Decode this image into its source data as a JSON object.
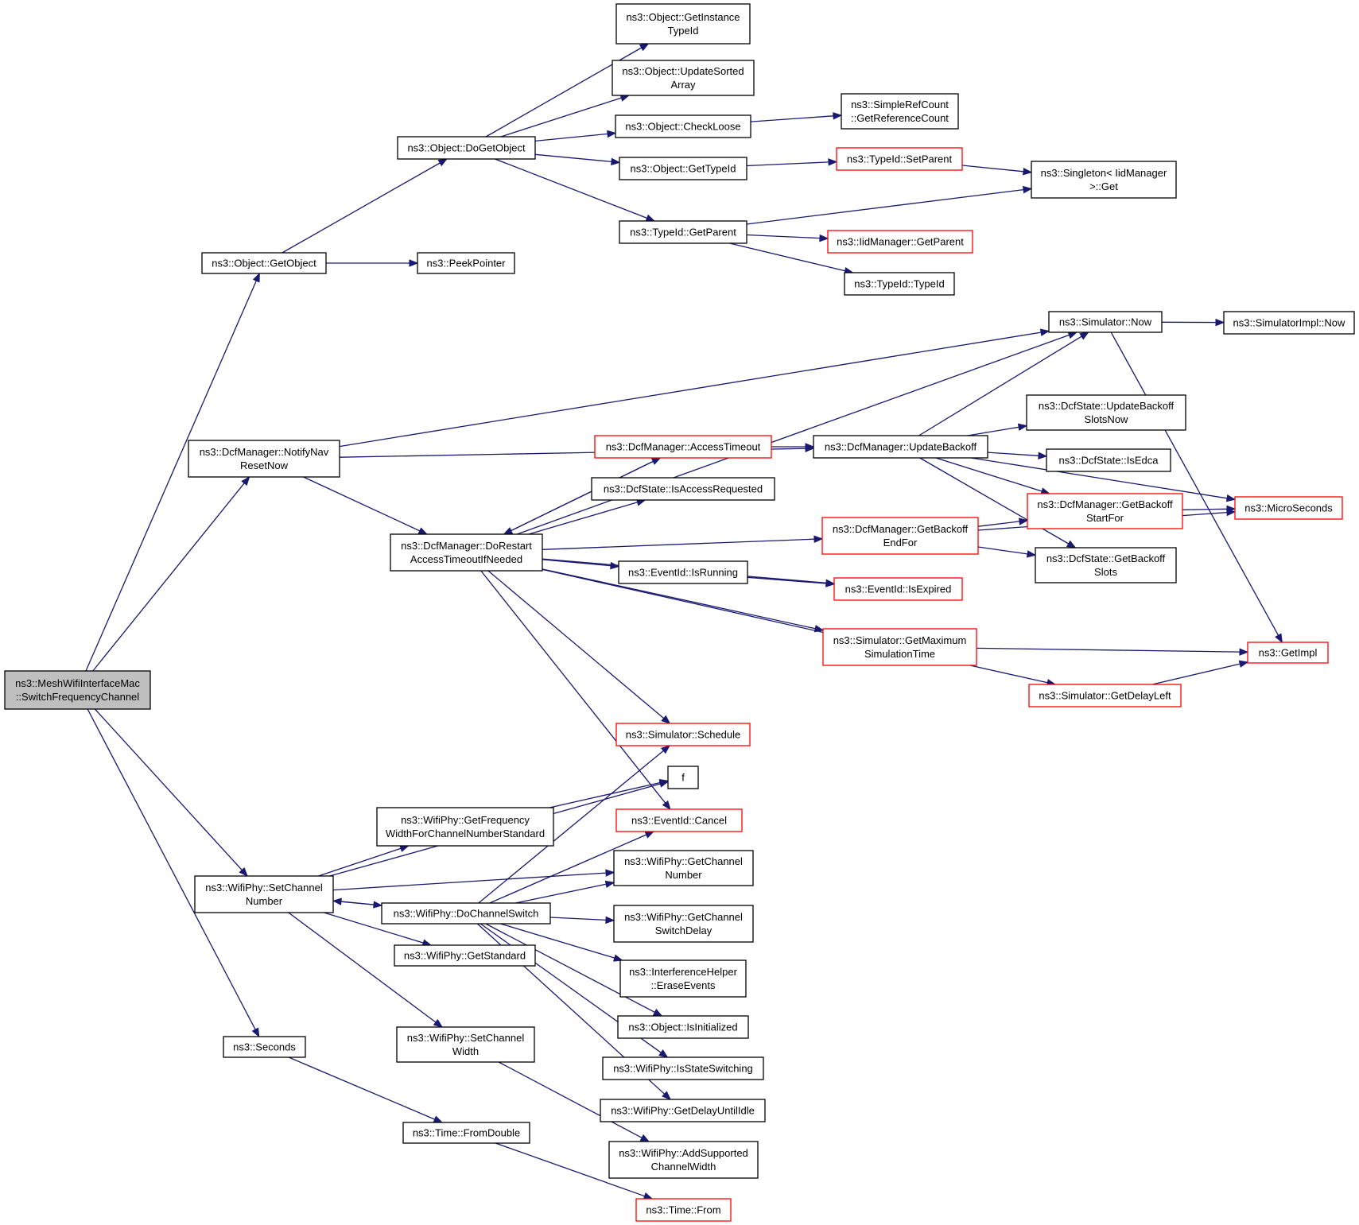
{
  "colors": {
    "edge": "#191970",
    "node_border": "#000000",
    "node_border_red": "#ff0000",
    "root_fill": "#bfbfbf",
    "node_fill": "#ffffff"
  },
  "nodes": {
    "root": {
      "lines": [
        "ns3::MeshWifiInterfaceMac",
        "::SwitchFrequencyChannel"
      ],
      "style": "root"
    },
    "getobject": {
      "lines": [
        "ns3::Object::GetObject"
      ],
      "style": "normal"
    },
    "dogetobject": {
      "lines": [
        "ns3::Object::DoGetObject"
      ],
      "style": "normal"
    },
    "getinstancetypeid": {
      "lines": [
        "ns3::Object::GetInstance",
        "TypeId"
      ],
      "style": "normal"
    },
    "updatesortedarray": {
      "lines": [
        "ns3::Object::UpdateSorted",
        "Array"
      ],
      "style": "normal"
    },
    "checkloose": {
      "lines": [
        "ns3::Object::CheckLoose"
      ],
      "style": "normal"
    },
    "obj_gettypeid": {
      "lines": [
        "ns3::Object::GetTypeId"
      ],
      "style": "normal"
    },
    "typeid_getparent": {
      "lines": [
        "ns3::TypeId::GetParent"
      ],
      "style": "normal"
    },
    "getreferencecount": {
      "lines": [
        "ns3::SimpleRefCount",
        "::GetReferenceCount"
      ],
      "style": "normal"
    },
    "typeid_setparent": {
      "lines": [
        "ns3::TypeId::SetParent"
      ],
      "style": "red"
    },
    "singleton_get": {
      "lines": [
        "ns3::Singleton< IidManager",
        ">::Get"
      ],
      "style": "normal"
    },
    "iidmanager_getparent": {
      "lines": [
        "ns3::IidManager::GetParent"
      ],
      "style": "red"
    },
    "typeid_typeid": {
      "lines": [
        "ns3::TypeId::TypeId"
      ],
      "style": "normal"
    },
    "peekpointer": {
      "lines": [
        "ns3::PeekPointer"
      ],
      "style": "normal"
    },
    "notifynav": {
      "lines": [
        "ns3::DcfManager::NotifyNav",
        "ResetNow"
      ],
      "style": "normal"
    },
    "simulator_now": {
      "lines": [
        "ns3::Simulator::Now"
      ],
      "style": "normal"
    },
    "simimpl_now": {
      "lines": [
        "ns3::SimulatorImpl::Now"
      ],
      "style": "normal"
    },
    "updatebackoffslotsnow": {
      "lines": [
        "ns3::DcfState::UpdateBackoff",
        "SlotsNow"
      ],
      "style": "normal"
    },
    "accesstimeout": {
      "lines": [
        "ns3::DcfManager::AccessTimeout"
      ],
      "style": "red"
    },
    "updatebackoff": {
      "lines": [
        "ns3::DcfManager::UpdateBackoff"
      ],
      "style": "normal"
    },
    "isedca": {
      "lines": [
        "ns3::DcfState::IsEdca"
      ],
      "style": "normal"
    },
    "isaccessrequested": {
      "lines": [
        "ns3::DcfState::IsAccessRequested"
      ],
      "style": "normal"
    },
    "getbackoffstartfor": {
      "lines": [
        "ns3::DcfManager::GetBackoff",
        "StartFor"
      ],
      "style": "red"
    },
    "microseconds": {
      "lines": [
        "ns3::MicroSeconds"
      ],
      "style": "red"
    },
    "dorestart": {
      "lines": [
        "ns3::DcfManager::DoRestart",
        "AccessTimeoutIfNeeded"
      ],
      "style": "normal"
    },
    "getbackoffendfor": {
      "lines": [
        "ns3::DcfManager::GetBackoff",
        "EndFor"
      ],
      "style": "red"
    },
    "getbackoffslots": {
      "lines": [
        "ns3::DcfState::GetBackoff",
        "Slots"
      ],
      "style": "normal"
    },
    "isrunning": {
      "lines": [
        "ns3::EventId::IsRunning"
      ],
      "style": "normal"
    },
    "isexpired": {
      "lines": [
        "ns3::EventId::IsExpired"
      ],
      "style": "red"
    },
    "getmaxsimtime": {
      "lines": [
        "ns3::Simulator::GetMaximum",
        "SimulationTime"
      ],
      "style": "red"
    },
    "getimpl": {
      "lines": [
        "ns3::GetImpl"
      ],
      "style": "red"
    },
    "getdelayleft": {
      "lines": [
        "ns3::Simulator::GetDelayLeft"
      ],
      "style": "red"
    },
    "schedule": {
      "lines": [
        "ns3::Simulator::Schedule"
      ],
      "style": "red"
    },
    "f": {
      "lines": [
        "f"
      ],
      "style": "normal"
    },
    "getfreqwidth": {
      "lines": [
        "ns3::WifiPhy::GetFrequency",
        "WidthForChannelNumberStandard"
      ],
      "style": "normal"
    },
    "cancel": {
      "lines": [
        "ns3::EventId::Cancel"
      ],
      "style": "red"
    },
    "setchannelnumber": {
      "lines": [
        "ns3::WifiPhy::SetChannel",
        "Number"
      ],
      "style": "normal"
    },
    "getchannelnumber": {
      "lines": [
        "ns3::WifiPhy::GetChannel",
        "Number"
      ],
      "style": "normal"
    },
    "dochannelswitch": {
      "lines": [
        "ns3::WifiPhy::DoChannelSwitch"
      ],
      "style": "normal"
    },
    "getchannelswitchdelay": {
      "lines": [
        "ns3::WifiPhy::GetChannel",
        "SwitchDelay"
      ],
      "style": "normal"
    },
    "getstandard": {
      "lines": [
        "ns3::WifiPhy::GetStandard"
      ],
      "style": "normal"
    },
    "eraseevents": {
      "lines": [
        "ns3::InterferenceHelper",
        "::EraseEvents"
      ],
      "style": "normal"
    },
    "isinitialized": {
      "lines": [
        "ns3::Object::IsInitialized"
      ],
      "style": "normal"
    },
    "seconds": {
      "lines": [
        "ns3::Seconds"
      ],
      "style": "normal"
    },
    "setchannelwidth": {
      "lines": [
        "ns3::WifiPhy::SetChannel",
        "Width"
      ],
      "style": "normal"
    },
    "isstateswitching": {
      "lines": [
        "ns3::WifiPhy::IsStateSwitching"
      ],
      "style": "normal"
    },
    "getdelayuntilidle": {
      "lines": [
        "ns3::WifiPhy::GetDelayUntilIdle"
      ],
      "style": "normal"
    },
    "fromdouble": {
      "lines": [
        "ns3::Time::FromDouble"
      ],
      "style": "normal"
    },
    "addsupportedchannelwidth": {
      "lines": [
        "ns3::WifiPhy::AddSupported",
        "ChannelWidth"
      ],
      "style": "normal"
    },
    "time_from": {
      "lines": [
        "ns3::Time::From"
      ],
      "style": "red"
    }
  },
  "edges": [
    [
      "root",
      "getobject"
    ],
    [
      "root",
      "notifynav"
    ],
    [
      "root",
      "setchannelnumber"
    ],
    [
      "root",
      "seconds"
    ],
    [
      "getobject",
      "dogetobject"
    ],
    [
      "getobject",
      "peekpointer"
    ],
    [
      "dogetobject",
      "getinstancetypeid"
    ],
    [
      "dogetobject",
      "updatesortedarray"
    ],
    [
      "dogetobject",
      "checkloose"
    ],
    [
      "dogetobject",
      "obj_gettypeid"
    ],
    [
      "dogetobject",
      "typeid_getparent"
    ],
    [
      "checkloose",
      "getreferencecount"
    ],
    [
      "obj_gettypeid",
      "typeid_setparent"
    ],
    [
      "typeid_setparent",
      "singleton_get"
    ],
    [
      "typeid_getparent",
      "singleton_get"
    ],
    [
      "typeid_getparent",
      "iidmanager_getparent"
    ],
    [
      "typeid_getparent",
      "typeid_typeid"
    ],
    [
      "notifynav",
      "simulator_now"
    ],
    [
      "notifynav",
      "updatebackoff"
    ],
    [
      "notifynav",
      "dorestart"
    ],
    [
      "simulator_now",
      "simimpl_now"
    ],
    [
      "simulator_now",
      "getimpl"
    ],
    [
      "accesstimeout",
      "updatebackoff"
    ],
    [
      "accesstimeout",
      "dorestart"
    ],
    [
      "updatebackoff",
      "simulator_now"
    ],
    [
      "updatebackoff",
      "updatebackoffslotsnow"
    ],
    [
      "updatebackoff",
      "isedca"
    ],
    [
      "updatebackoff",
      "getbackoffstartfor"
    ],
    [
      "updatebackoff",
      "getbackoffslots"
    ],
    [
      "updatebackoff",
      "microseconds"
    ],
    [
      "getbackoffstartfor",
      "microseconds"
    ],
    [
      "dorestart",
      "simulator_now"
    ],
    [
      "dorestart",
      "accesstimeout"
    ],
    [
      "dorestart",
      "isaccessrequested"
    ],
    [
      "dorestart",
      "getbackoffendfor"
    ],
    [
      "dorestart",
      "isrunning"
    ],
    [
      "dorestart",
      "isexpired"
    ],
    [
      "dorestart",
      "getmaxsimtime"
    ],
    [
      "dorestart",
      "getdelayleft"
    ],
    [
      "dorestart",
      "schedule"
    ],
    [
      "dorestart",
      "cancel"
    ],
    [
      "getbackoffendfor",
      "getbackoffstartfor"
    ],
    [
      "getbackoffendfor",
      "getbackoffslots"
    ],
    [
      "getbackoffendfor",
      "microseconds"
    ],
    [
      "isrunning",
      "isexpired"
    ],
    [
      "getmaxsimtime",
      "getimpl"
    ],
    [
      "getdelayleft",
      "getimpl"
    ],
    [
      "setchannelnumber",
      "f"
    ],
    [
      "setchannelnumber",
      "getfreqwidth"
    ],
    [
      "setchannelnumber",
      "getchannelnumber"
    ],
    [
      "setchannelnumber",
      "dochannelswitch"
    ],
    [
      "setchannelnumber",
      "getstandard"
    ],
    [
      "setchannelnumber",
      "setchannelwidth"
    ],
    [
      "getfreqwidth",
      "f"
    ],
    [
      "dochannelswitch",
      "setchannelnumber"
    ],
    [
      "dochannelswitch",
      "schedule"
    ],
    [
      "dochannelswitch",
      "cancel"
    ],
    [
      "dochannelswitch",
      "getchannelnumber"
    ],
    [
      "dochannelswitch",
      "getchannelswitchdelay"
    ],
    [
      "dochannelswitch",
      "eraseevents"
    ],
    [
      "dochannelswitch",
      "isinitialized"
    ],
    [
      "dochannelswitch",
      "isstateswitching"
    ],
    [
      "dochannelswitch",
      "getdelayuntilidle"
    ],
    [
      "setchannelwidth",
      "addsupportedchannelwidth"
    ],
    [
      "seconds",
      "fromdouble"
    ],
    [
      "fromdouble",
      "time_from"
    ]
  ]
}
